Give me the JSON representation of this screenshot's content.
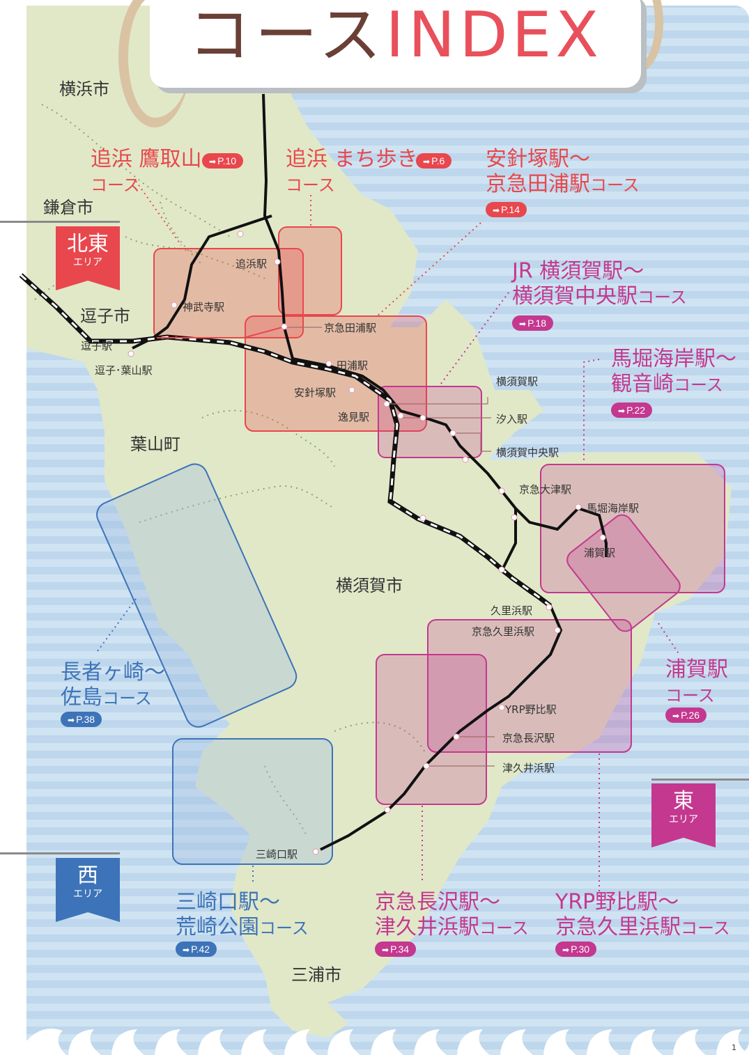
{
  "title": {
    "part1": "コース",
    "part2": "INDEX"
  },
  "colors": {
    "sea": "#cfe3f2",
    "land": "#e1e8c8",
    "red_course": "#e8474d",
    "magenta_course": "#c4388f",
    "blue_course": "#3d73b8",
    "title_brown": "#6a3f36"
  },
  "cities": [
    {
      "id": "yokohama",
      "label": "横浜市"
    },
    {
      "id": "kamakura",
      "label": "鎌倉市"
    },
    {
      "id": "zushi",
      "label": "逗子市"
    },
    {
      "id": "hayama",
      "label": "葉山町"
    },
    {
      "id": "yokosuka",
      "label": "横須賀市"
    },
    {
      "id": "miura",
      "label": "三浦市"
    }
  ],
  "stations": [
    {
      "id": "oppama",
      "label": "追浜駅"
    },
    {
      "id": "jimmuji",
      "label": "神武寺駅"
    },
    {
      "id": "taura_keikyu",
      "label": "京急田浦駅"
    },
    {
      "id": "zushi",
      "label": "逗子駅"
    },
    {
      "id": "zushi_hayama",
      "label": "逗子･葉山駅"
    },
    {
      "id": "taura",
      "label": "田浦駅"
    },
    {
      "id": "anjinzuka",
      "label": "安針塚駅"
    },
    {
      "id": "hemi",
      "label": "逸見駅"
    },
    {
      "id": "yokosuka",
      "label": "横須賀駅"
    },
    {
      "id": "shioiri",
      "label": "汐入駅"
    },
    {
      "id": "yokosuka_chuo",
      "label": "横須賀中央駅"
    },
    {
      "id": "otsu",
      "label": "京急大津駅"
    },
    {
      "id": "maborikaigan",
      "label": "馬堀海岸駅"
    },
    {
      "id": "uraga",
      "label": "浦賀駅"
    },
    {
      "id": "kurihama",
      "label": "久里浜駅"
    },
    {
      "id": "kurihama_keikyu",
      "label": "京急久里浜駅"
    },
    {
      "id": "yrp",
      "label": "YRP野比駅"
    },
    {
      "id": "nagasawa",
      "label": "京急長沢駅"
    },
    {
      "id": "tsukui",
      "label": "津久井浜駅"
    },
    {
      "id": "misakiguchi",
      "label": "三崎口駅"
    }
  ],
  "courses": [
    {
      "id": "takatoriyama",
      "line1": "追浜 鷹取山",
      "line2": "コース",
      "page": "P.10"
    },
    {
      "id": "oppama_walk",
      "line1": "追浜 まち歩き",
      "line2": "コース",
      "page": "P.6"
    },
    {
      "id": "anjinzuka",
      "line1": "安針塚駅～",
      "line2a": "京急田浦駅",
      "line2b": "コース",
      "page": "P.14"
    },
    {
      "id": "jr_yokosuka",
      "line1": "JR 横須賀駅～",
      "line2a": "横須賀中央駅",
      "line2b": "コース",
      "page": "P.18"
    },
    {
      "id": "maborikaigan",
      "line1": "馬堀海岸駅～",
      "line2a": "観音崎",
      "line2b": "コース",
      "page": "P.22"
    },
    {
      "id": "uraga",
      "line1": "浦賀駅",
      "line2": "コース",
      "page": "P.26"
    },
    {
      "id": "yrp",
      "line1": "YRP野比駅～",
      "line2a": "京急久里浜駅",
      "line2b": "コース",
      "page": "P.30"
    },
    {
      "id": "nagasawa",
      "line1": "京急長沢駅～",
      "line2a": "津久井浜駅",
      "line2b": "コース",
      "page": "P.34"
    },
    {
      "id": "chojagasaki",
      "line1": "長者ヶ崎～",
      "line2a": "佐島",
      "line2b": "コース",
      "page": "P.38"
    },
    {
      "id": "misakiguchi",
      "line1": "三崎口駅～",
      "line2a": "荒崎公園",
      "line2b": "コース",
      "page": "P.42"
    }
  ],
  "areas": {
    "northeast": {
      "big": "北東",
      "small": "エリア"
    },
    "east": {
      "big": "東",
      "small": "エリア"
    },
    "west": {
      "big": "西",
      "small": "エリア"
    }
  },
  "page_number": "1"
}
